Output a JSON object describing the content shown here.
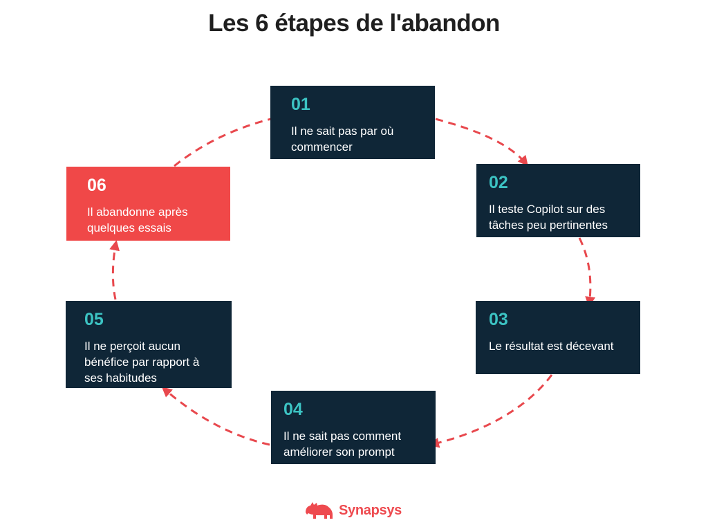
{
  "title": "Les 6 étapes de l'abandon",
  "colors": {
    "box_dark": "#0f2637",
    "box_accent": "#f04848",
    "number_teal": "#3cc3c3",
    "arrow_red": "#e8484d",
    "brand_red": "#ee4a4f"
  },
  "steps": [
    {
      "number": "01",
      "text": "Il ne sait pas par où commencer",
      "highlight": false
    },
    {
      "number": "02",
      "text": "Il teste Copilot sur des tâches peu pertinentes",
      "highlight": false
    },
    {
      "number": "03",
      "text": "Le résultat est décevant",
      "highlight": false
    },
    {
      "number": "04",
      "text": "Il ne sait pas comment améliorer son prompt",
      "highlight": false
    },
    {
      "number": "05",
      "text": "Il ne perçoit aucun bénéfice par rapport à ses habitudes",
      "highlight": false
    },
    {
      "number": "06",
      "text": "Il abandonne après quelques essais",
      "highlight": true
    }
  ],
  "brand": {
    "name": "Synapsys",
    "icon": "rhino-icon"
  }
}
